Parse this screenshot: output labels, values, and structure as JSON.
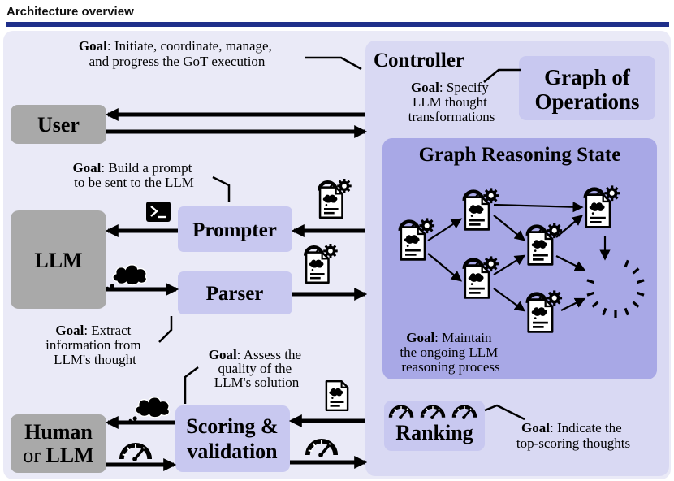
{
  "title": "Architecture overview",
  "colors": {
    "rule": "#1f2f8a",
    "background": "#eaeaf7",
    "controller": "#d9d9f3",
    "module": "#c8c8f0",
    "grs": "#a8a8e6",
    "actor": "#a9a9a9",
    "ink": "#000000"
  },
  "boxes": {
    "controller": "Controller",
    "graph_of_operations": [
      "Graph of",
      "Operations"
    ],
    "graph_reasoning_state": "Graph Reasoning State",
    "user": "User",
    "llm": "LLM",
    "prompter": "Prompter",
    "parser": "Parser",
    "scoring": [
      "Scoring &",
      "validation"
    ],
    "ranking": "Ranking",
    "human_or_llm": {
      "word1": "Human",
      "word2": "or",
      "word3": "LLM"
    }
  },
  "goal_word": "Goal",
  "goals": {
    "controller": {
      "l1": ": Initiate, coordinate, manage,",
      "l2": "and progress the GoT execution"
    },
    "goo": {
      "l1": ": Specify",
      "l2": "LLM thought",
      "l3": "transformations"
    },
    "prompter": {
      "l1": ": Build a prompt",
      "l2": "to be sent to the LLM"
    },
    "parser": {
      "l1": ": Extract",
      "l2": "information from",
      "l3": "LLM's thought"
    },
    "scoring": {
      "l1": ": Assess the",
      "l2": "quality of the",
      "l3": "LLM's solution"
    },
    "grs": {
      "l1": ": Maintain",
      "l2": "the ongoing LLM",
      "l3": "reasoning process"
    },
    "ranking": {
      "l1": ": Indicate the",
      "l2": "top-scoring thoughts"
    }
  },
  "icons": [
    "terminal-icon",
    "thought-cloud-icon",
    "document-icon",
    "document-gear-icon",
    "gauge-icon",
    "progress-spinner-icon"
  ]
}
